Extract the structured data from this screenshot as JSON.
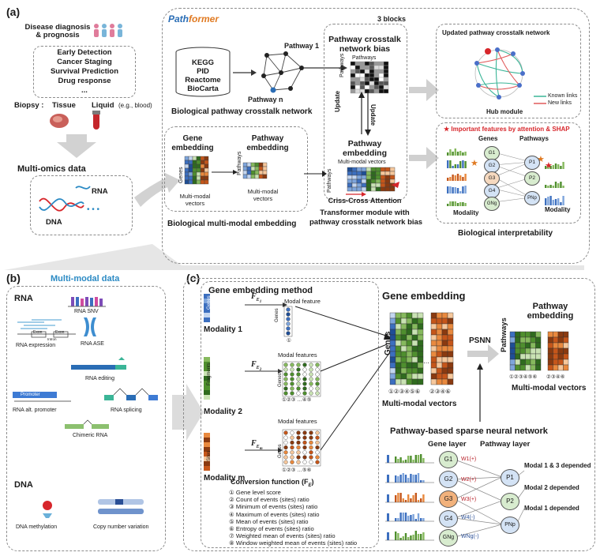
{
  "panel_a": {
    "letter": "(a)",
    "tool_name_part1": "Path",
    "tool_name_part2": "former",
    "disease_heading_line1": "Disease diagnosis",
    "disease_heading_line2": "& prognosis",
    "tasks": [
      "Early Detection",
      "Cancer Staging",
      "Survival Prediction",
      "Drug response",
      "..."
    ],
    "biopsy_label": "Biopsy :",
    "tissue_label": "Tissue",
    "liquid_label": "Liquid",
    "liquid_note": "(e.g., blood)",
    "multiomics_title": "Multi-omics data",
    "rna_label": "RNA",
    "dna_label": "DNA",
    "databases": [
      "KEGG",
      "PID",
      "Reactome",
      "BioCarta"
    ],
    "pathway_1": "Pathway 1",
    "pathway_n": "Pathway n",
    "crosstalk_network_label": "Biological pathway crosstalk network",
    "three_blocks": "3 blocks",
    "crosstalk_bias_title_line1": "Pathway crosstalk",
    "crosstalk_bias_title_line2": "network bias",
    "pathways_small": "Pathways",
    "update_left": "Update",
    "update_right": "Update",
    "pathway_embedding_title_line1": "Pathway",
    "pathway_embedding_title_line2": "embedding",
    "multimodal_vectors_small": "Multi-modal vectors",
    "criss_cross": "Criss-Cross Attention",
    "transformer_label_line1": "Transformer module with",
    "transformer_label_line2": "pathway crosstalk network bias",
    "gene_embedding_line1": "Gene",
    "gene_embedding_line2": "embedding",
    "pathway_emb_small_line1": "Pathway",
    "pathway_emb_small_line2": "embedding",
    "genes_axis": "Genes",
    "pathways_axis": "Pathways",
    "multimodal_vectors_line1": "Multi-modal",
    "multimodal_vectors_line2": "vectors",
    "multimodal_embedding_label": "Biological multi-modal embedding",
    "updated_network_title": "Updated pathway crosstalk network",
    "known_links": "Known links",
    "new_links": "New links",
    "hub_module": "Hub module",
    "important_features": "Important features by attention & SHAP",
    "genes_header": "Genes",
    "pathways_header": "Pathways",
    "modality_left": "Modality",
    "modality_right": "Modality",
    "interpretability_label": "Biological interpretability",
    "gene_nodes": [
      "G1",
      "G2",
      "G3",
      "G4",
      "GNg"
    ],
    "pathway_nodes": [
      "P1",
      "P2",
      "PNp"
    ]
  },
  "panel_b": {
    "letter": "(b)",
    "title": "Multi-modal data",
    "rna_section": "RNA",
    "rna_items": [
      "RNA SNV",
      "RNA expression",
      "RNA ASE",
      "RNA editing",
      "RNA alt. promoter",
      "RNA splicing",
      "Chimeric RNA"
    ],
    "exon1": "Exon",
    "intron": "Intron",
    "exon2": "Exon",
    "promoter": "Promoter",
    "dna_section": "DNA",
    "dna_items": [
      "DNA methylation",
      "Copy number variation"
    ]
  },
  "panel_c": {
    "letter": "(c)",
    "method_title": "Gene embedding method",
    "modality_1": "Modality 1",
    "modality_2": "Modality 2",
    "modality_m": "Modality m",
    "genes_axis": "Genes",
    "fragments_axis": "Fragments",
    "sites_axis": "Sites",
    "fe1": "F",
    "modal_feature": "Modal feature",
    "modal_features_1": "Modal features",
    "modal_features_2": "Modal features",
    "conversion_title": "Conversion function (F",
    "conversion_title_sub": "E",
    "conversion_title_end": ")",
    "conversion_items": [
      "① Gene level score",
      "② Count of events (sites) ratio",
      "③ Minimum of events (sites) ratio",
      "④ Maximum of events (sites) ratio",
      "⑤ Mean of events (sites) ratio",
      "⑥ Entropy of events (sites) ratio",
      "⑦ Weighted mean of events (sites) ratio",
      "⑧ Window weighted mean of events (sites) ratio"
    ],
    "gene_embedding_title": "Gene embedding",
    "gene_emb_genes_axis": "Genes",
    "gene_emb_cols_1": "①②③④⑤⑥",
    "gene_emb_cols_2": "②③④⑥",
    "psnn": "PSNN",
    "pathway_embedding_title_line1": "Pathway",
    "pathway_embedding_title_line2": "embedding",
    "path_emb_axis": "Pathways",
    "path_emb_cols_1": "①②③④⑤⑥",
    "path_emb_cols_2": "②③④⑥",
    "multimodal_vectors_left": "Multi-modal vectors",
    "multimodal_vectors_right": "Multi-modal vectors",
    "psnn_title": "Pathway-based sparse neural network",
    "gene_layer": "Gene layer",
    "pathway_layer": "Pathway layer",
    "gene_nodes": [
      "G1",
      "G2",
      "G3",
      "G4",
      "GNg"
    ],
    "pathway_nodes": [
      "P1",
      "P2",
      "PNp"
    ],
    "weights": [
      "W1(+)",
      "W2(+)",
      "W3(+)",
      "W4(-)",
      "WNg(-)"
    ],
    "modal_dependence": [
      "Modal 1 & 3 depended",
      "Modal 2 depended",
      "Modal 1 depended"
    ],
    "col_1": "①",
    "col_feat_1": "①②③ …④⑤",
    "col_feat_2": "①②③ …⑤⑥"
  },
  "colors": {
    "blue": "#2a6db5",
    "green": "#5c9a2e",
    "orange": "#e07a22",
    "red": "#d7262b",
    "gray_arrow": "#cfcfcf",
    "multiomics_blue": "#2b8ac4"
  }
}
